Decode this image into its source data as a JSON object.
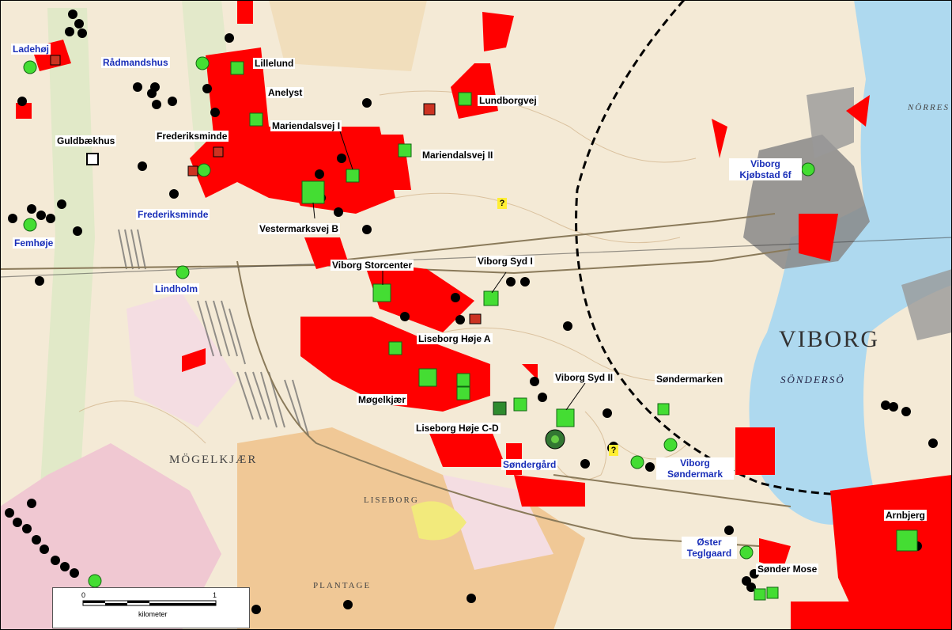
{
  "labels_black": [
    {
      "id": "lillelund",
      "text": "Lillelund"
    },
    {
      "id": "anelyst",
      "text": "Anelyst"
    },
    {
      "id": "lundborgvej",
      "text": "Lundborgvej"
    },
    {
      "id": "guldbaekhus",
      "text": "Guldbækhus"
    },
    {
      "id": "frederiksminde-n",
      "text": "Frederiksminde"
    },
    {
      "id": "mariendalsvej-1",
      "text": "Mariendalsvej I"
    },
    {
      "id": "mariendalsvej-2",
      "text": "Mariendalsvej II"
    },
    {
      "id": "vestermarksvej-b",
      "text": "Vestermarksvej B"
    },
    {
      "id": "viborg-storcenter",
      "text": "Viborg Storcenter"
    },
    {
      "id": "viborg-syd-1",
      "text": "Viborg Syd I"
    },
    {
      "id": "liseborg-hoje-a",
      "text": "Liseborg Høje A"
    },
    {
      "id": "viborg-syd-2",
      "text": "Viborg Syd II"
    },
    {
      "id": "sondermarken",
      "text": "Søndermarken"
    },
    {
      "id": "mogelkjaer",
      "text": "Møgelkjær"
    },
    {
      "id": "liseborg-hoje-cd",
      "text": "Liseborg Høje C-D"
    },
    {
      "id": "arnbjerg",
      "text": "Arnbjerg"
    },
    {
      "id": "sonder-mose",
      "text": "Sønder Mose"
    }
  ],
  "labels_blue": [
    {
      "id": "ladehoj",
      "text": "Ladehøj"
    },
    {
      "id": "radmandshus",
      "text": "Rådmandshus"
    },
    {
      "id": "frederiksminde-s",
      "text": "Frederiksminde"
    },
    {
      "id": "femhoje",
      "text": "Femhøje"
    },
    {
      "id": "lindholm",
      "text": "Lindholm"
    },
    {
      "id": "viborg-kjobstad",
      "text": "Viborg Kjøbstad 6f"
    },
    {
      "id": "sondergard",
      "text": "Søndergård"
    },
    {
      "id": "viborg-sondermark",
      "text": "Viborg Søndermark"
    },
    {
      "id": "oster-teglgaard",
      "text": "Øster Teglgaard"
    }
  ],
  "place_names": {
    "viborg": "VIBORG",
    "sonderso": "SÖNDERSÖ",
    "mogelkjaer_old": "MÖGELKJÆR",
    "liseborg_old": "LISEBORG",
    "plantage": "PLANTAGE",
    "norreso": "NÖRRES"
  },
  "unknown_marker": "?",
  "scale": {
    "tick_0": "0",
    "tick_1": "1",
    "unit": "kilometer"
  },
  "colors": {
    "excavation_red": "#ff0000",
    "site_green": "#44dd33",
    "marker_black": "#000000",
    "lake_blue": "#aed9ef",
    "town_grey": "#777777",
    "forest_pink": "#f0c8d2",
    "heath_tan": "#f0c896",
    "label_blue": "#1a2fb8"
  }
}
